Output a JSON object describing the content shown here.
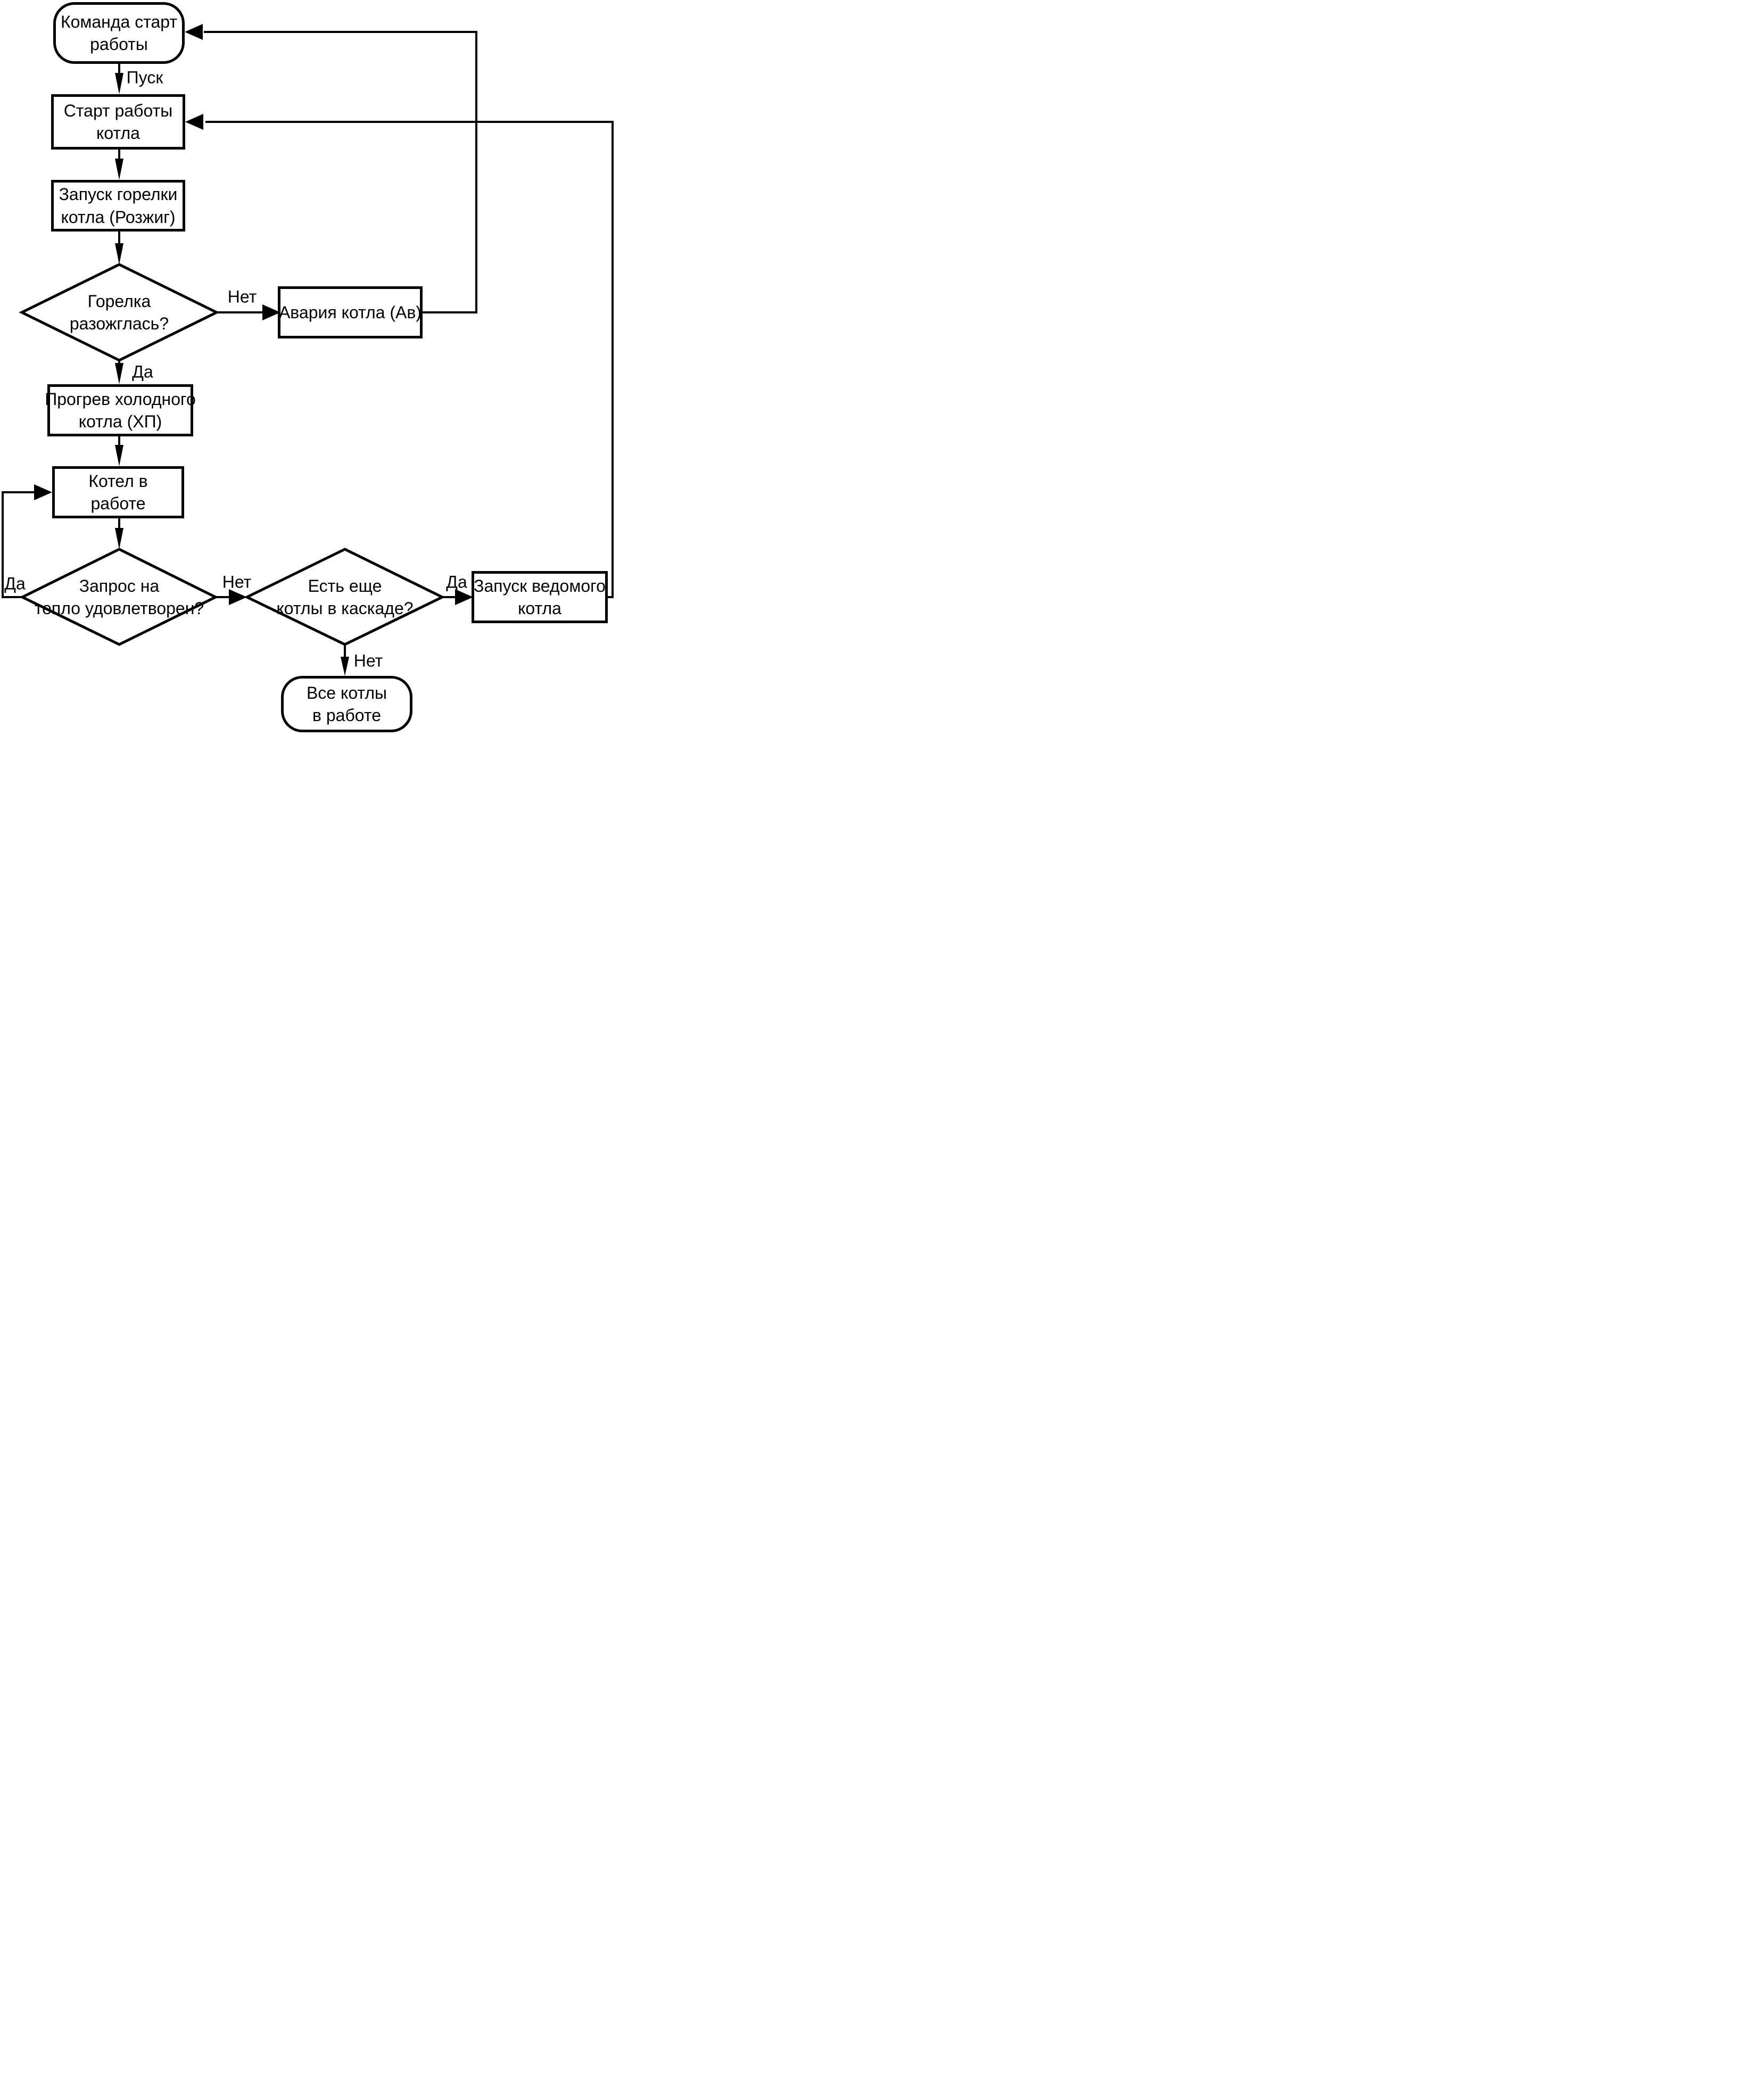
{
  "diagram": {
    "language": "ru",
    "colors": {
      "stroke": "#000000",
      "fill": "#ffffff"
    },
    "nodes": {
      "start_command": {
        "type": "terminator",
        "label": "Команда старт\nработы"
      },
      "boiler_start": {
        "type": "process",
        "label": "Старт работы\nкотла"
      },
      "burner_ignition": {
        "type": "process",
        "label": "Запуск горелки\nкотла (Розжиг)"
      },
      "burner_lit": {
        "type": "decision",
        "label": "Горелка\nразожглась?"
      },
      "boiler_failure": {
        "type": "process",
        "label": "Авария котла (Ав)"
      },
      "cold_warmup": {
        "type": "process",
        "label": "Прогрев холодного\nкотла (ХП)"
      },
      "boiler_running": {
        "type": "process",
        "label": "Котел в\nработе"
      },
      "heat_satisfied": {
        "type": "decision",
        "label": "Запрос на\nтепло удовлетворен?"
      },
      "more_boilers": {
        "type": "decision",
        "label": "Есть еще\nкотлы в каскаде?"
      },
      "slave_start": {
        "type": "process",
        "label": "Запуск ведомого\nкотла"
      },
      "all_running": {
        "type": "terminator",
        "label": "Все котлы\nв работе"
      }
    },
    "edge_labels": {
      "pusk": "Пуск",
      "burner_no": "Нет",
      "burner_yes": "Да",
      "heat_yes": "Да",
      "heat_no": "Нет",
      "cascade_yes": "Да",
      "cascade_no": "Нет"
    }
  }
}
